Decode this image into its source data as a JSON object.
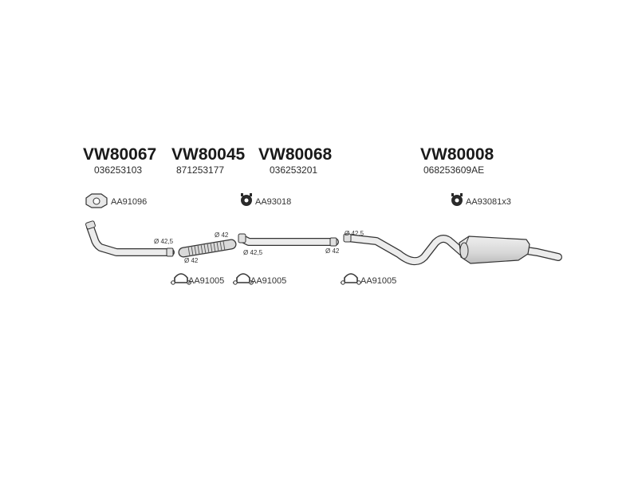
{
  "parts": [
    {
      "code": "VW80067",
      "oem": "036253103"
    },
    {
      "code": "VW80045",
      "oem": "871253177"
    },
    {
      "code": "VW80068",
      "oem": "036253201"
    },
    {
      "code": "VW80008",
      "oem": "068253609AE"
    }
  ],
  "fittings": {
    "gasket": "AA91096",
    "hanger_mid": "AA93018",
    "hanger_rear": "AA93081x3",
    "clamp_1": "AA91005",
    "clamp_2": "AA91005",
    "clamp_3": "AA91005"
  },
  "dimensions": {
    "d1": "Ø 42,5",
    "d2": "Ø 42",
    "d3": "Ø 42",
    "d4": "Ø 42,5",
    "d5": "Ø 42",
    "d6": "Ø 42,5"
  }
}
